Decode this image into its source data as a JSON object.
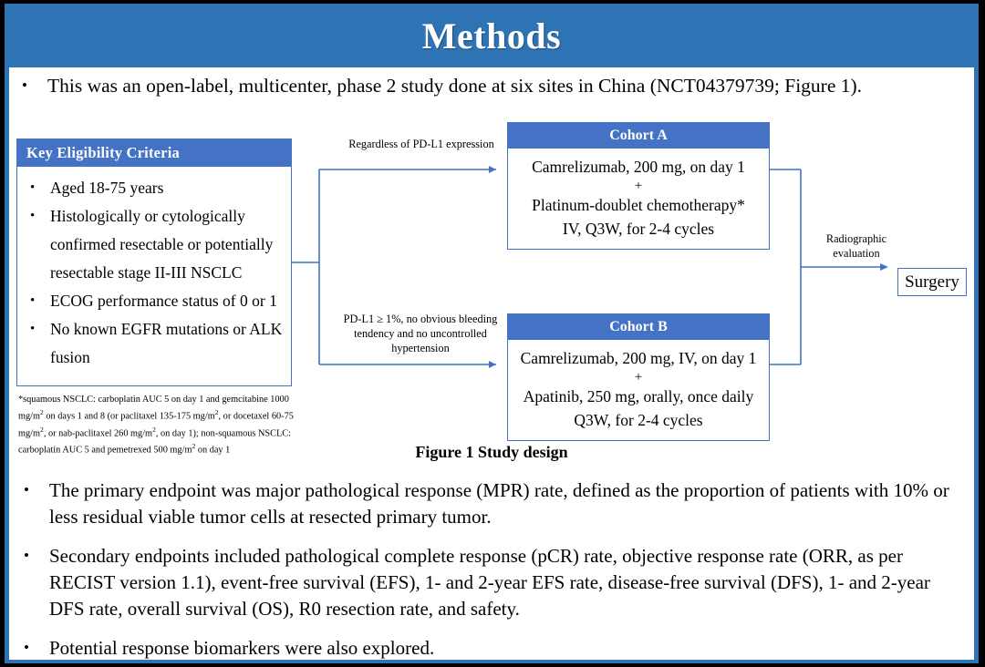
{
  "slide": {
    "title": "Methods",
    "intro_bullet": "This was an open-label, multicenter, phase 2 study done at six sites in China (NCT04379739; Figure 1).",
    "figure_caption": "Figure 1 Study design"
  },
  "colors": {
    "title_bar": "#2E74B5",
    "box_header": "#4472C4",
    "connector": "#4472C4",
    "frame": "#000000",
    "text": "#000000"
  },
  "figure": {
    "eligibility": {
      "header": "Key  Eligibility Criteria",
      "items": [
        "Aged 18-75 years",
        "Histologically or cytologically confirmed resectable or potentially resectable stage II-III  NSCLC",
        "ECOG performance status of 0 or 1",
        "No known EGFR mutations or ALK fusion"
      ]
    },
    "footnote": "*squamous NSCLC: carboplatin AUC 5 on day 1 and gemcitabine 1000 mg/m2 on days 1 and 8 (or paclitaxel 135-175 mg/m2, or docetaxel 60-75 mg/m2, or nab-paclitaxel 260 mg/m2, on day 1); non-squamous NSCLC: carboplatin AUC 5 and pemetrexed 500 mg/m2 on day 1",
    "cohort_a": {
      "header": "Cohort A",
      "line1": "Camrelizumab, 200 mg, on day 1",
      "plus": "+",
      "line2": "Platinum-doublet chemotherapy*",
      "line3": "IV, Q3W, for 2-4 cycles"
    },
    "cohort_b": {
      "header": "Cohort B",
      "line1": "Camrelizumab, 200 mg, IV, on day 1",
      "plus": "+",
      "line2": "Apatinib, 250 mg, orally, once daily",
      "line3": "Q3W, for 2-4 cycles"
    },
    "arrow_label_a": "Regardless  of PD-L1 expression",
    "arrow_label_b": "PD-L1 ≥ 1%, no obvious bleeding tendency and no uncontrolled  hypertension",
    "arrow_label_right": "Radiographic evaluation",
    "surgery": "Surgery"
  },
  "bottom_bullets": [
    "The primary endpoint was major pathological response (MPR) rate, defined as the proportion of patients with 10% or less residual viable tumor cells at resected primary tumor.",
    "Secondary endpoints included pathological complete response (pCR) rate, objective response rate (ORR, as per RECIST version 1.1), event-free survival (EFS), 1- and 2-year EFS rate, disease-free survival (DFS), 1- and 2-year DFS rate, overall survival (OS), R0 resection rate, and safety.",
    "Potential response biomarkers were also explored."
  ],
  "bullet_glyph": "•"
}
